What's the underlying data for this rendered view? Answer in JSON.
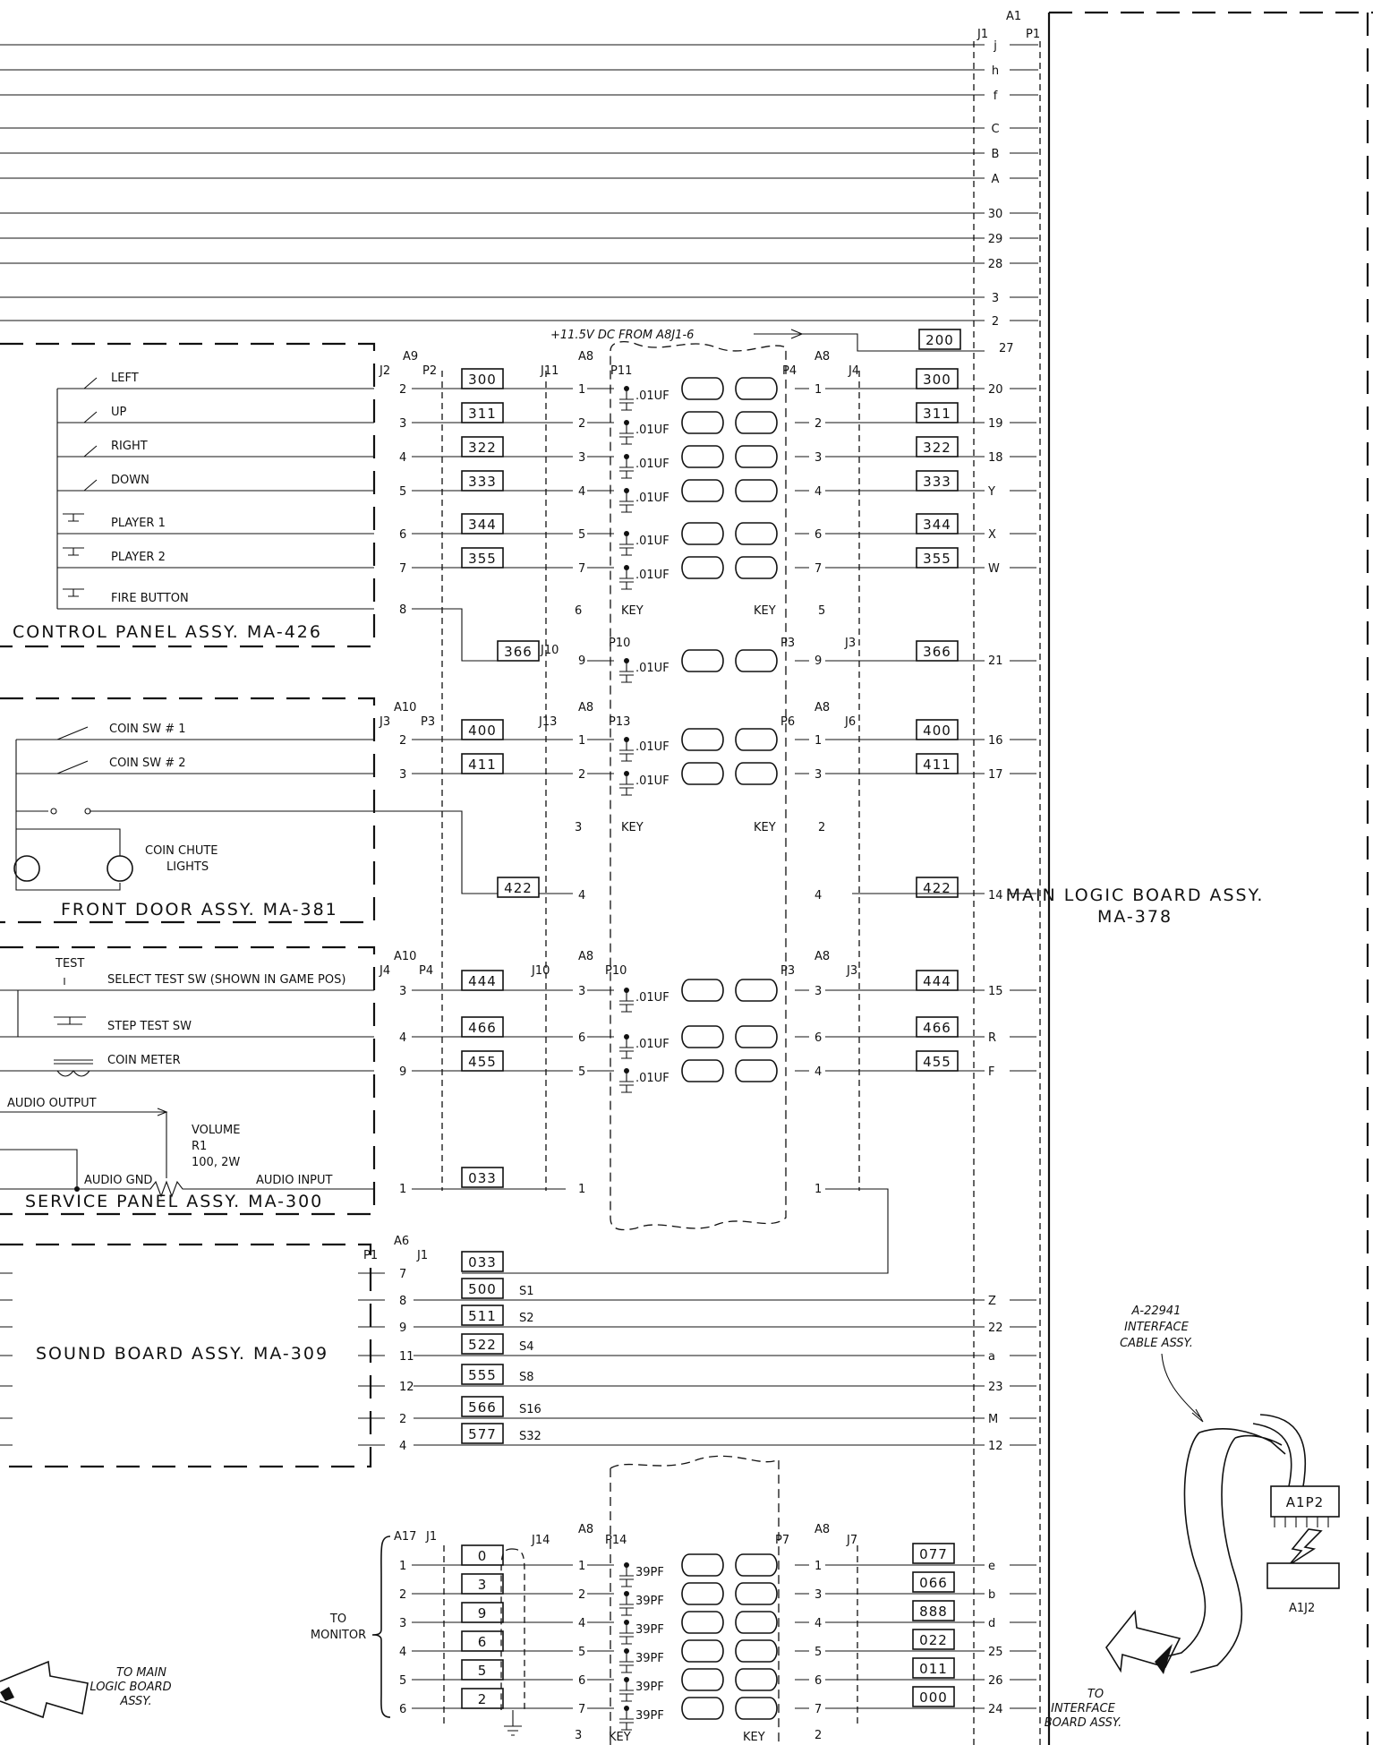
{
  "top_pins": [
    "j",
    "h",
    "f",
    "C",
    "B",
    "A",
    "30",
    "29",
    "28",
    "3",
    "2"
  ],
  "a1_label": "A1",
  "a1_j1": "J1",
  "a1_p1": "P1",
  "dc_note": "+11.5V DC FROM A8J1-6",
  "dc_code": "200",
  "dc_pin": "27",
  "a8": "A8",
  "key": "KEY",
  "cap_01": ".01UF",
  "cap_39": "39PF",
  "control": {
    "title": "CONTROL PANEL ASSY. MA-426",
    "a": "A9",
    "j": "J2",
    "p": "P2",
    "jl": "J11",
    "pl": "P11",
    "pr": "P4",
    "jr": "J4",
    "rows": [
      {
        "label": "LEFT",
        "pin": "2",
        "code": "300",
        "mid_l": "1",
        "mid_r": "1",
        "code_r": "300",
        "rpin": "20"
      },
      {
        "label": "UP",
        "pin": "3",
        "code": "311",
        "mid_l": "2",
        "mid_r": "2",
        "code_r": "311",
        "rpin": "19"
      },
      {
        "label": "RIGHT",
        "pin": "4",
        "code": "322",
        "mid_l": "3",
        "mid_r": "3",
        "code_r": "322",
        "rpin": "18"
      },
      {
        "label": "DOWN",
        "pin": "5",
        "code": "333",
        "mid_l": "4",
        "mid_r": "4",
        "code_r": "333",
        "rpin": "Y"
      },
      {
        "label": "PLAYER 1",
        "pin": "6",
        "code": "344",
        "mid_l": "5",
        "mid_r": "6",
        "code_r": "344",
        "rpin": "X"
      },
      {
        "label": "PLAYER 2",
        "pin": "7",
        "code": "355",
        "mid_l": "7",
        "mid_r": "7",
        "code_r": "355",
        "rpin": "W"
      },
      {
        "label": "FIRE BUTTON",
        "pin": "8"
      }
    ],
    "key_l": "6",
    "key_r": "5",
    "fire_code": "366",
    "fire_j": "J10",
    "fire_p": "P10",
    "fire_pr": "P3",
    "fire_jr": "J3",
    "fire_mid": "9",
    "fire_mid_r": "9",
    "fire_code_r": "366",
    "fire_rpin": "21"
  },
  "front": {
    "title": "FRONT DOOR ASSY. MA-381",
    "a": "A10",
    "j": "J3",
    "p": "P3",
    "jl": "J13",
    "pl": "P13",
    "pr": "P6",
    "jr": "J6",
    "rows": [
      {
        "label": "COIN SW # 1",
        "pin": "2",
        "code": "400",
        "mid_l": "1",
        "mid_r": "1",
        "code_r": "400",
        "rpin": "16"
      },
      {
        "label": "COIN SW # 2",
        "pin": "3",
        "code": "411",
        "mid_l": "2",
        "mid_r": "3",
        "code_r": "411",
        "rpin": "17"
      }
    ],
    "lights": "COIN CHUTE",
    "lights2": "LIGHTS",
    "key_l": "3",
    "key_r": "2",
    "extra_code": "422",
    "extra_mid": "4",
    "extra_mid_r": "4",
    "extra_code_r": "422",
    "extra_rpin": "14"
  },
  "service": {
    "title": "SERVICE PANEL ASSY. MA-300",
    "a": "A10",
    "j": "J4",
    "p": "P4",
    "jl": "J10",
    "pl": "P10",
    "pr": "P3",
    "jr": "J3",
    "test": "TEST",
    "rows": [
      {
        "label": "SELECT TEST SW (SHOWN IN GAME POS)",
        "pin": "3",
        "code": "444",
        "mid_l": "3",
        "mid_r": "3",
        "code_r": "444",
        "rpin": "15"
      },
      {
        "label": "STEP TEST SW",
        "pin": "4",
        "code": "466",
        "mid_l": "6",
        "mid_r": "6",
        "code_r": "466",
        "rpin": "R"
      },
      {
        "label": "COIN METER",
        "pin": "9",
        "code": "455",
        "mid_l": "5",
        "mid_r": "4",
        "code_r": "455",
        "rpin": "F"
      }
    ],
    "audio_out": "AUDIO OUTPUT",
    "volume": "VOLUME",
    "r1": "R1",
    "r1_val": "100, 2W",
    "audio_gnd": "AUDIO GND",
    "audio_in": "AUDIO INPUT",
    "audio_pin": "1",
    "audio_code": "033",
    "audio_mid": "1",
    "audio_mid_r": "1"
  },
  "sound": {
    "title": "SOUND BOARD ASSY. MA-309",
    "a": "A6",
    "p": "P1",
    "j": "J1",
    "rows": [
      {
        "pin": "7",
        "code": "033",
        "sig": ""
      },
      {
        "pin": "8",
        "code": "500",
        "sig": "S1",
        "rpin": "Z"
      },
      {
        "pin": "9",
        "code": "511",
        "sig": "S2",
        "rpin": "22"
      },
      {
        "pin": "11",
        "code": "522",
        "sig": "S4",
        "rpin": "a"
      },
      {
        "pin": "12",
        "code": "555",
        "sig": "S8",
        "rpin": "23"
      },
      {
        "pin": "2",
        "code": "566",
        "sig": "S16",
        "rpin": "M"
      },
      {
        "pin": "4",
        "code": "577",
        "sig": "S32",
        "rpin": "12"
      }
    ]
  },
  "monitor": {
    "a": "A17",
    "j": "J1",
    "jl": "J14",
    "pl": "P14",
    "pr": "P7",
    "jr": "J7",
    "to": "TO",
    "to2": "MONITOR",
    "rows": [
      {
        "pin": "1",
        "code": "0",
        "mid_l": "1",
        "mid_r": "1",
        "code_r": "077",
        "rpin": "e"
      },
      {
        "pin": "2",
        "code": "3",
        "mid_l": "2",
        "mid_r": "3",
        "code_r": "066",
        "rpin": "b"
      },
      {
        "pin": "3",
        "code": "9",
        "mid_l": "4",
        "mid_r": "4",
        "code_r": "888",
        "rpin": "d"
      },
      {
        "pin": "4",
        "code": "6",
        "mid_l": "5",
        "mid_r": "5",
        "code_r": "022",
        "rpin": "25"
      },
      {
        "pin": "5",
        "code": "5",
        "mid_l": "6",
        "mid_r": "6",
        "code_r": "011",
        "rpin": "26"
      },
      {
        "pin": "6",
        "code": "2",
        "mid_l": "7",
        "mid_r": "7",
        "code_r": "000",
        "rpin": "24"
      }
    ],
    "key_l": "3",
    "key_r": "2"
  },
  "main_logic": "MAIN LOGIC BOARD ASSY.",
  "main_logic2": "MA-378",
  "cable": [
    "A-22941",
    "INTERFACE",
    "CABLE ASSY."
  ],
  "a1p2": "A1P2",
  "a1j2": "A1J2",
  "to_interface": [
    "TO",
    "INTERFACE",
    "BOARD ASSY."
  ],
  "to_main": [
    "TO MAIN",
    "LOGIC BOARD",
    "ASSY."
  ]
}
